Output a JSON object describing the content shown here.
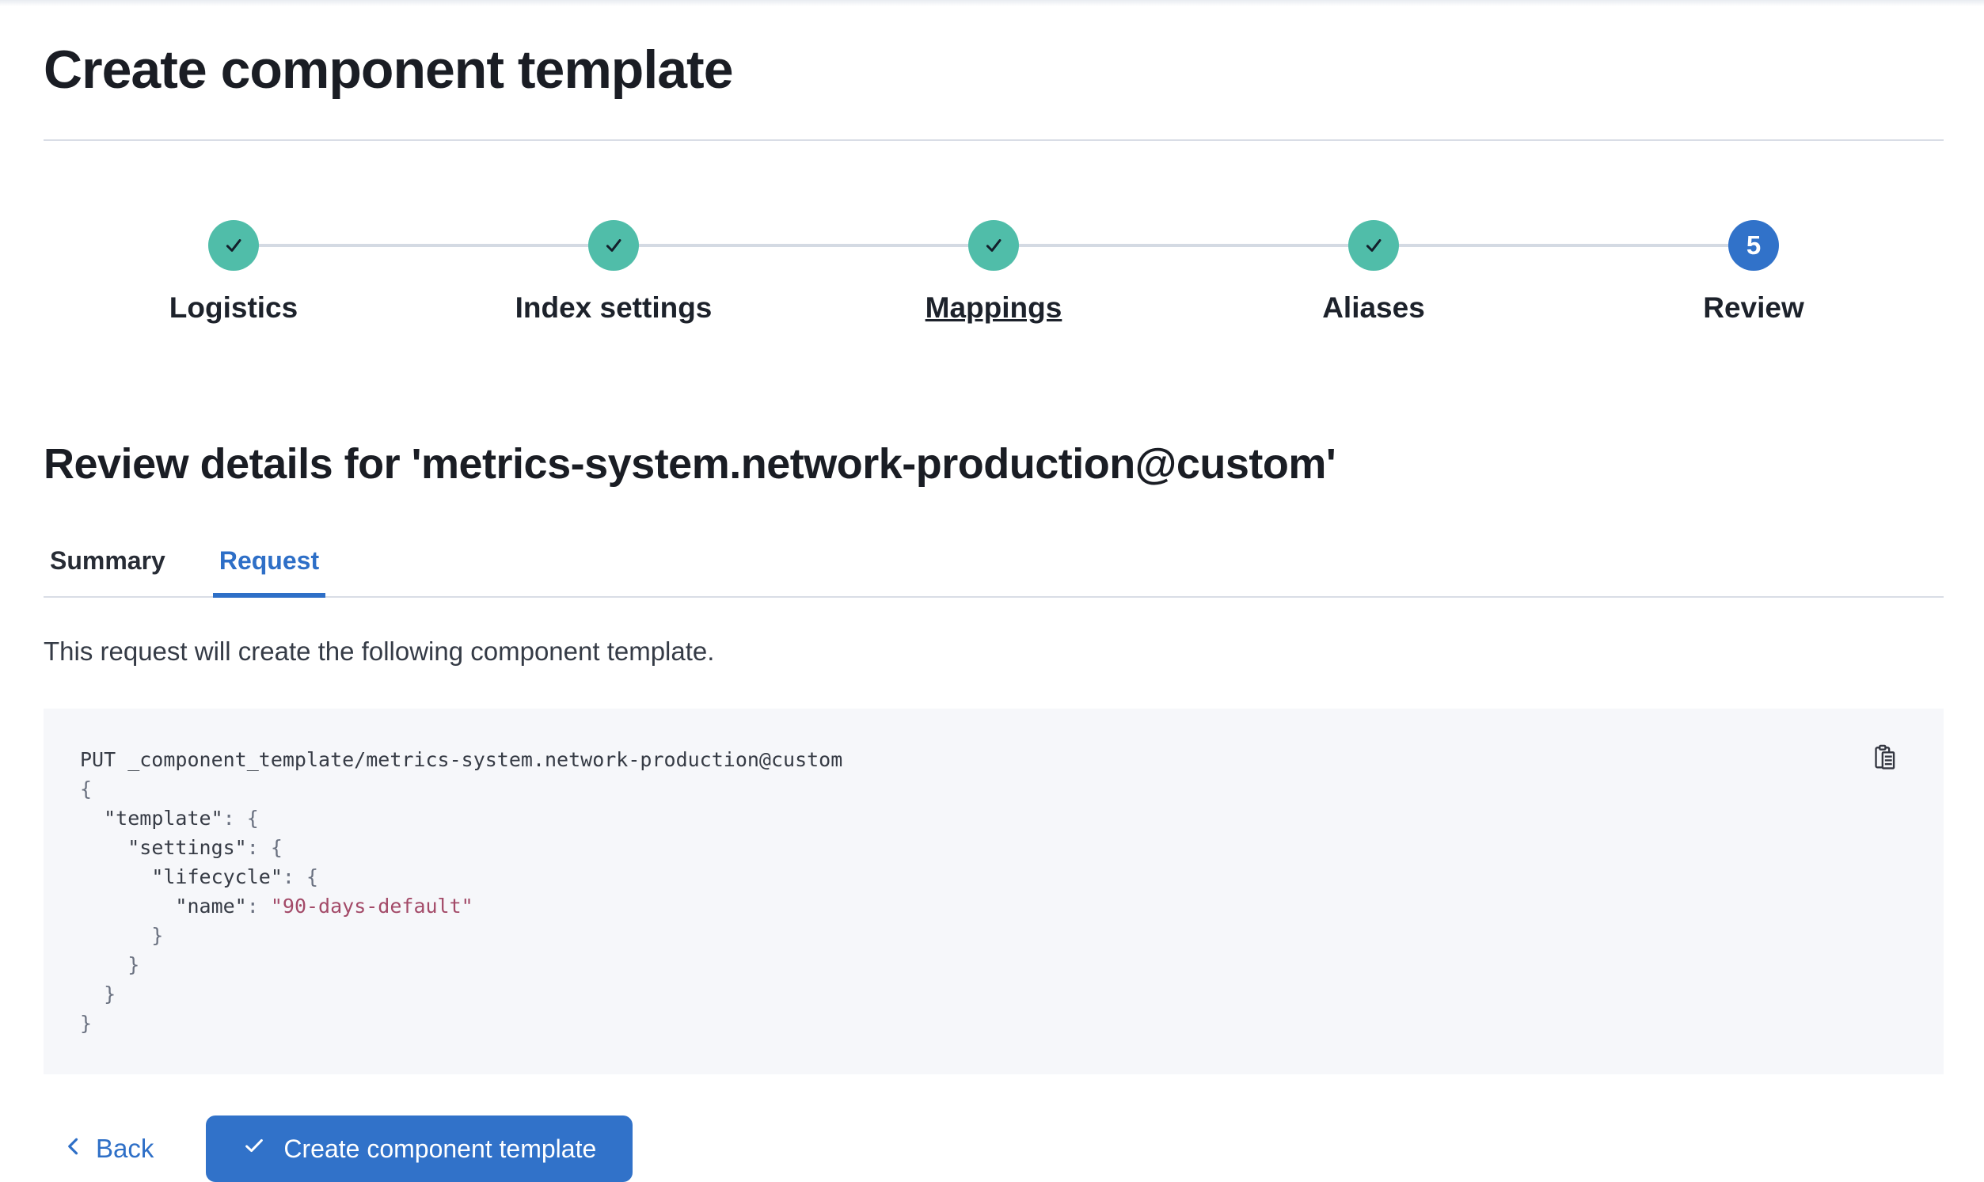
{
  "page": {
    "title": "Create component template"
  },
  "stepper": {
    "steps": [
      {
        "label": "Logistics",
        "status": "complete"
      },
      {
        "label": "Index settings",
        "status": "complete"
      },
      {
        "label": "Mappings",
        "status": "complete",
        "underlined": true
      },
      {
        "label": "Aliases",
        "status": "complete"
      },
      {
        "label": "Review",
        "status": "current",
        "number": "5"
      }
    ]
  },
  "review": {
    "heading": "Review details for 'metrics-system.network-production@custom'",
    "tabs": [
      {
        "label": "Summary",
        "active": false
      },
      {
        "label": "Request",
        "active": true
      }
    ],
    "description": "This request will create the following component template."
  },
  "code_block": {
    "copy_icon": "copy-clipboard-icon",
    "lines": [
      {
        "segments": [
          {
            "text": "PUT _component_template/metrics-system.network-production@custom",
            "style": "plain"
          }
        ]
      },
      {
        "segments": [
          {
            "text": "{",
            "style": "punct"
          }
        ]
      },
      {
        "segments": [
          {
            "text": "  ",
            "style": "punct"
          },
          {
            "text": "\"template\"",
            "style": "key"
          },
          {
            "text": ": {",
            "style": "punct"
          }
        ]
      },
      {
        "segments": [
          {
            "text": "    ",
            "style": "punct"
          },
          {
            "text": "\"settings\"",
            "style": "key"
          },
          {
            "text": ": {",
            "style": "punct"
          }
        ]
      },
      {
        "segments": [
          {
            "text": "      ",
            "style": "punct"
          },
          {
            "text": "\"lifecycle\"",
            "style": "key"
          },
          {
            "text": ": {",
            "style": "punct"
          }
        ]
      },
      {
        "segments": [
          {
            "text": "        ",
            "style": "punct"
          },
          {
            "text": "\"name\"",
            "style": "key"
          },
          {
            "text": ": ",
            "style": "punct"
          },
          {
            "text": "\"90-days-default\"",
            "style": "string"
          }
        ]
      },
      {
        "segments": [
          {
            "text": "      }",
            "style": "punct"
          }
        ]
      },
      {
        "segments": [
          {
            "text": "    }",
            "style": "punct"
          }
        ]
      },
      {
        "segments": [
          {
            "text": "  }",
            "style": "punct"
          }
        ]
      },
      {
        "segments": [
          {
            "text": "}",
            "style": "punct"
          }
        ]
      }
    ]
  },
  "footer": {
    "back_label": "Back",
    "back_icon": "chevron-left-icon",
    "create_label": "Create component template",
    "create_icon": "check-icon"
  },
  "colors": {
    "primary_blue": "#3172C9",
    "success_teal": "#50BDA9",
    "code_string": "#A34A68",
    "code_background": "#F6F7FA",
    "divider": "#D9DDE6",
    "text_dark": "#1A1D24",
    "text_body": "#343741"
  }
}
